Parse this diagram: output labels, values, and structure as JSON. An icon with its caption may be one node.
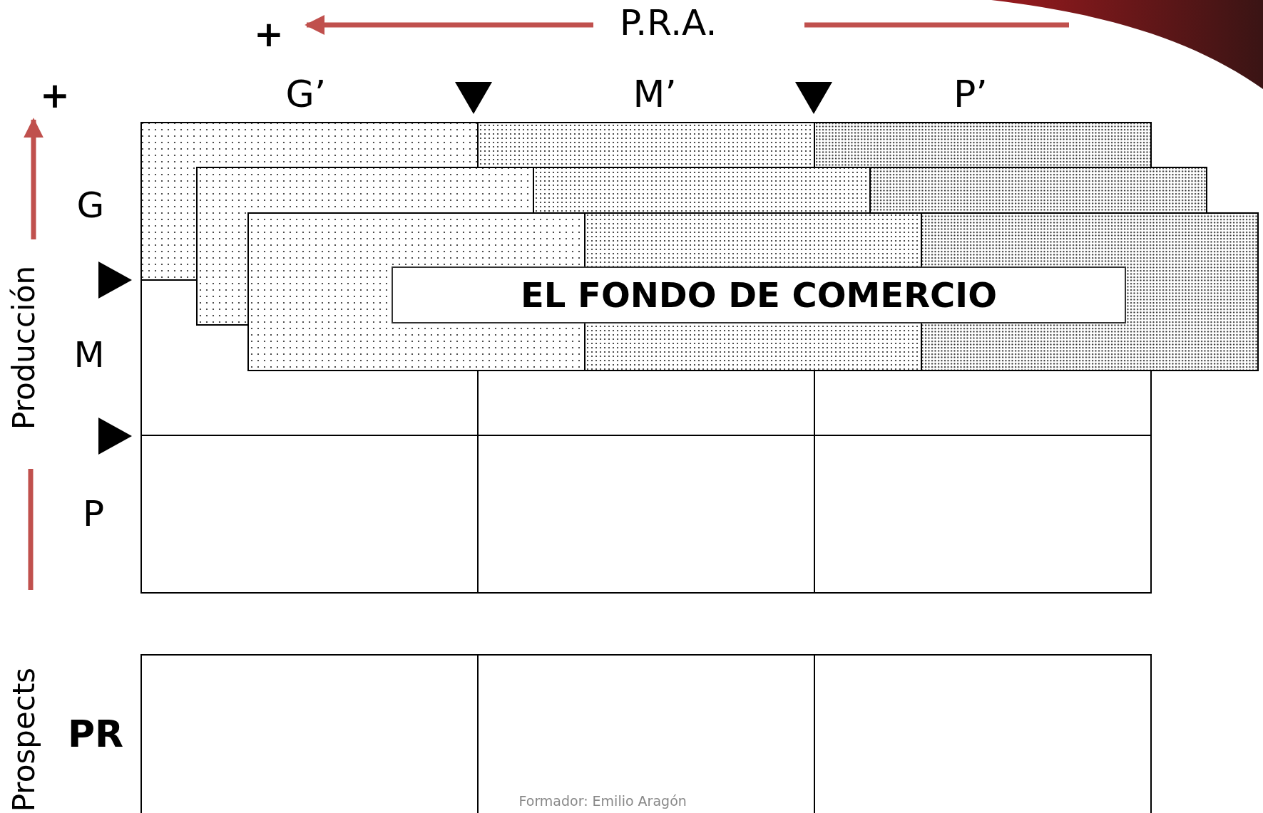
{
  "diagram": {
    "nodes": [
      {
        "text": [
          "EL FONDO DE COMERCIO"
        ]
      }
    ],
    "edges": [],
    "labels": [
      "P.R.A.",
      "+",
      "+",
      "G’",
      "M’",
      "P’",
      "G",
      "Producción",
      "M",
      "P",
      "Prospects",
      "PR",
      "Formador: Emilio Aragón"
    ]
  }
}
